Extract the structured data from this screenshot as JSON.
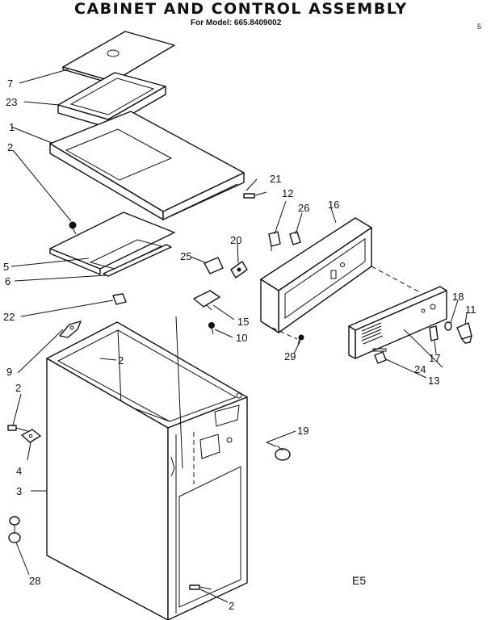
{
  "header": {
    "title": "CABINET AND CONTROL ASSEMBLY",
    "subtitle": "For Model: 665.8409002",
    "corner_mark": "5"
  },
  "figure_code": "E5",
  "callouts": {
    "c7": "7",
    "c23": "23",
    "c1": "1",
    "c2a": "2",
    "c21": "21",
    "c12": "12",
    "c26": "26",
    "c16": "16",
    "c25": "25",
    "c20": "20",
    "c5": "5",
    "c6": "6",
    "c22": "22",
    "c15": "15",
    "c10": "10",
    "c18": "18",
    "c11": "11",
    "c29": "29",
    "c17": "17",
    "c24": "24",
    "c13": "13",
    "c9": "9",
    "c2b": "2",
    "c2c": "2",
    "c19": "19",
    "c4": "4",
    "c3": "3",
    "c28": "28",
    "c2d": "2"
  }
}
